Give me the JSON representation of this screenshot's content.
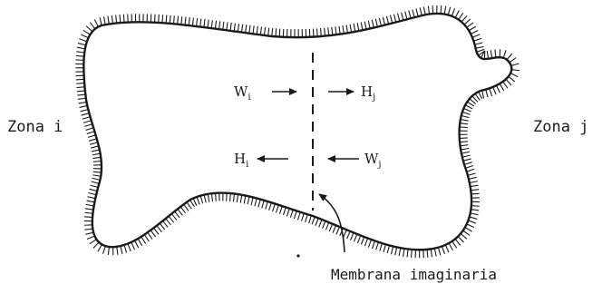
{
  "labels": {
    "zone_left": "Zona i",
    "zone_right": "Zona j",
    "membrane": "Membrana imaginaria"
  },
  "flows": {
    "top_left": {
      "symbol": "W",
      "sub": "i"
    },
    "top_right": {
      "symbol": "H",
      "sub": "j"
    },
    "bottom_left": {
      "symbol": "H",
      "sub": "i"
    },
    "bottom_right": {
      "symbol": "W",
      "sub": "j"
    }
  },
  "colors": {
    "ink": "#1a1a1a",
    "background": "#ffffff"
  }
}
